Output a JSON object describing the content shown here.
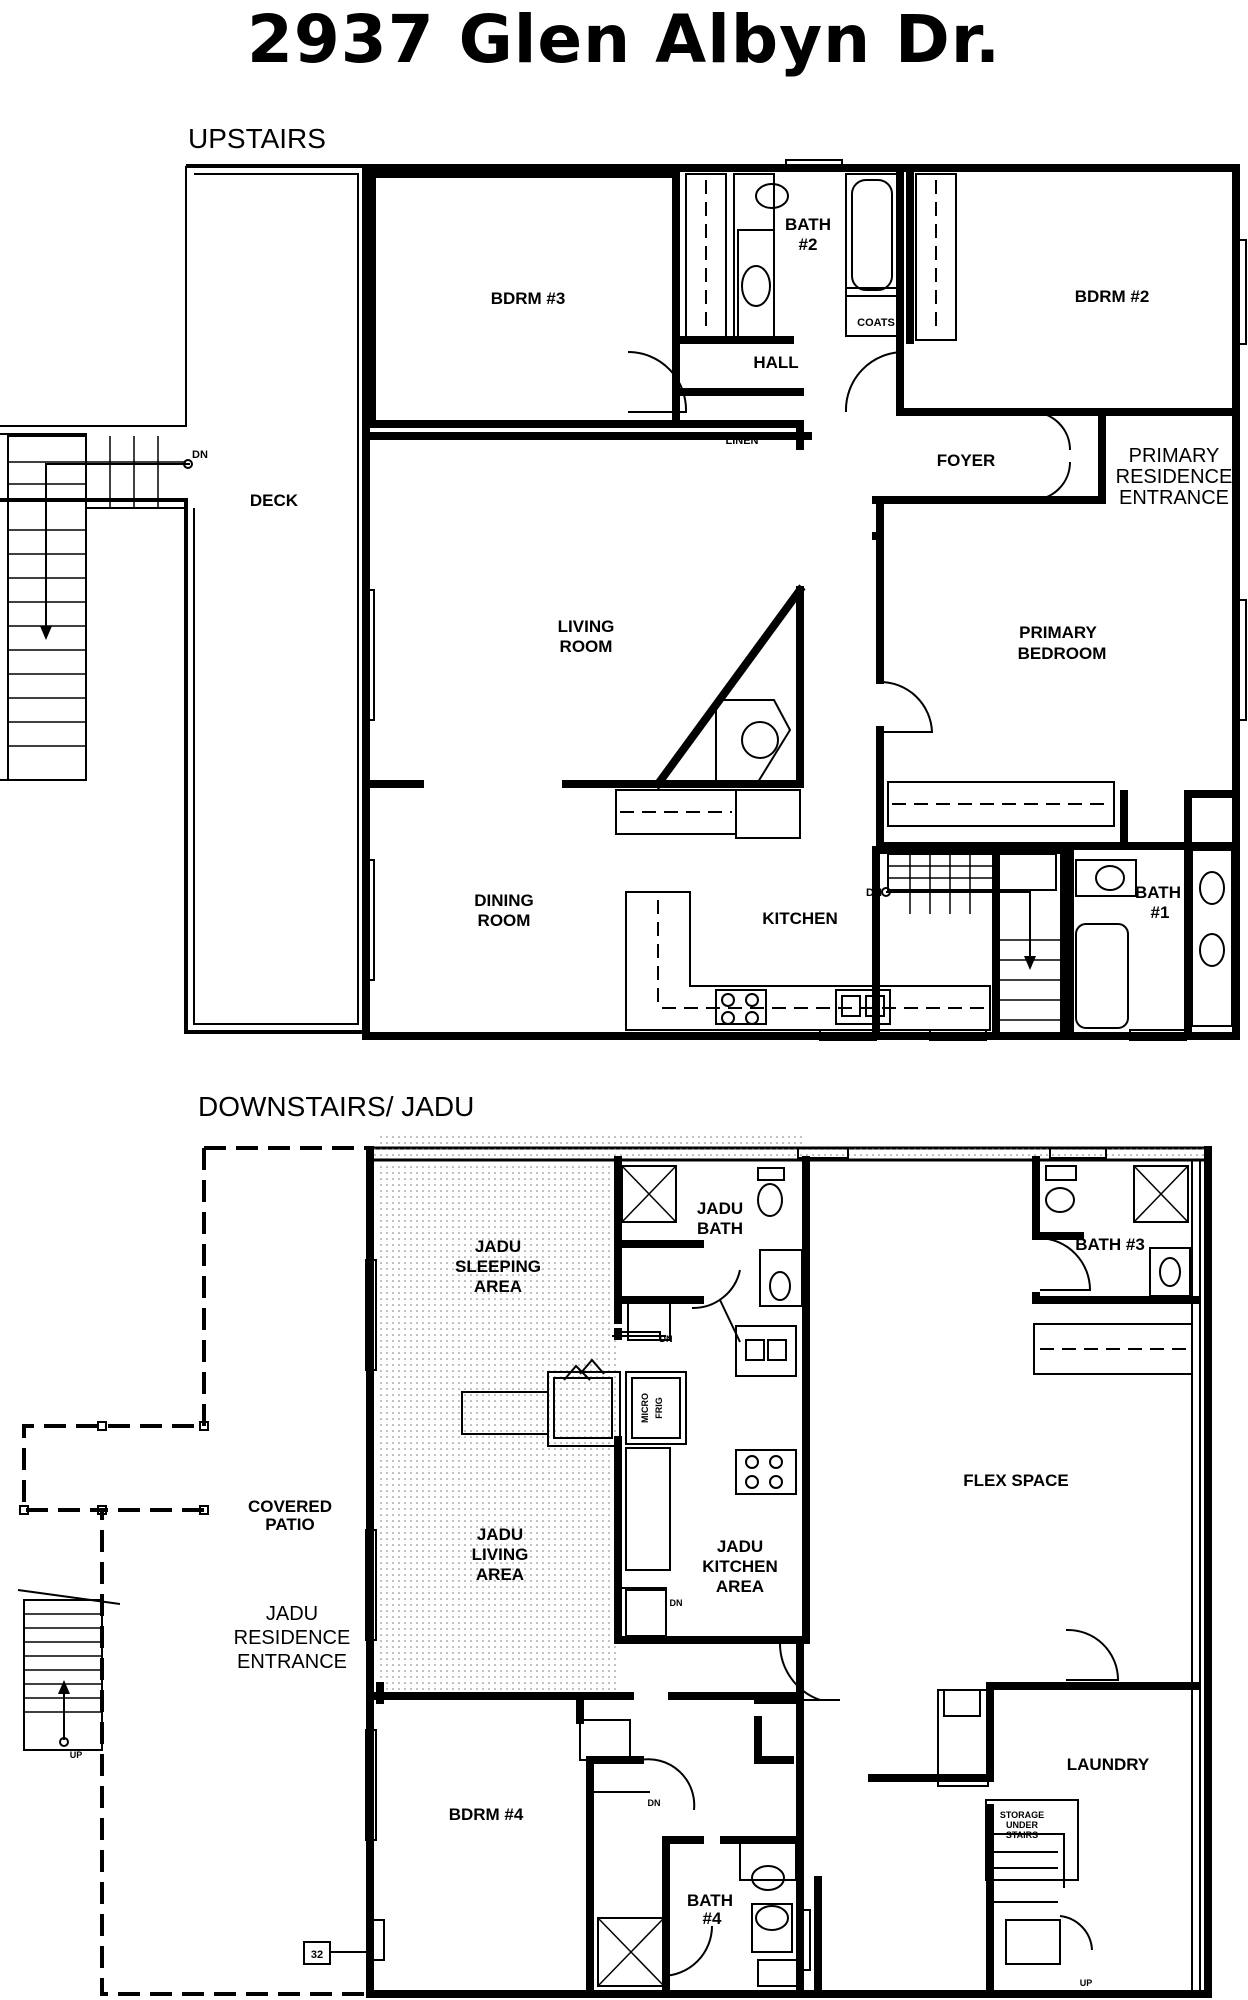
{
  "title": "2937 Glen Albyn Dr.",
  "sections": {
    "upstairs": "UPSTAIRS",
    "downstairs": "DOWNSTAIRS/ JADU"
  },
  "rooms": {
    "bdrm3": "BDRM #3",
    "bath2_line1": "BATH",
    "bath2_line2": "#2",
    "bdrm2": "BDRM #2",
    "coats": "COATS",
    "hall": "HALL",
    "linen": "LINEN",
    "foyer": "FOYER",
    "primary_entrance_1": "PRIMARY",
    "primary_entrance_2": "RESIDENCE",
    "primary_entrance_3": "ENTRANCE",
    "deck": "DECK",
    "living_1": "LIVING",
    "living_2": "ROOM",
    "primary_bed_1": "PRIMARY",
    "primary_bed_2": "BEDROOM",
    "dining_1": "DINING",
    "dining_2": "ROOM",
    "kitchen": "KITCHEN",
    "bath1_line1": "BATH",
    "bath1_line2": "#1",
    "jadu_bath_1": "JADU",
    "jadu_bath_2": "BATH",
    "jadu_sleep_1": "JADU",
    "jadu_sleep_2": "SLEEPING",
    "jadu_sleep_3": "AREA",
    "bath3": "BATH #3",
    "micro": "MICRO",
    "frig": "FRIG",
    "flex": "FLEX SPACE",
    "covered_1": "COVERED",
    "covered_2": "PATIO",
    "jadu_living_1": "JADU",
    "jadu_living_2": "LIVING",
    "jadu_living_3": "AREA",
    "jadu_kitchen_1": "JADU",
    "jadu_kitchen_2": "KITCHEN",
    "jadu_kitchen_3": "AREA",
    "jadu_entrance_1": "JADU",
    "jadu_entrance_2": "RESIDENCE",
    "jadu_entrance_3": "ENTRANCE",
    "laundry": "LAUNDRY",
    "storage_1": "STORAGE",
    "storage_2": "UNDER",
    "storage_3": "STAIRS",
    "bdrm4": "BDRM #4",
    "bath4_line1": "BATH",
    "bath4_line2": "#4"
  },
  "stair_labels": {
    "dn": "DN",
    "up": "UP"
  },
  "marker": "32"
}
